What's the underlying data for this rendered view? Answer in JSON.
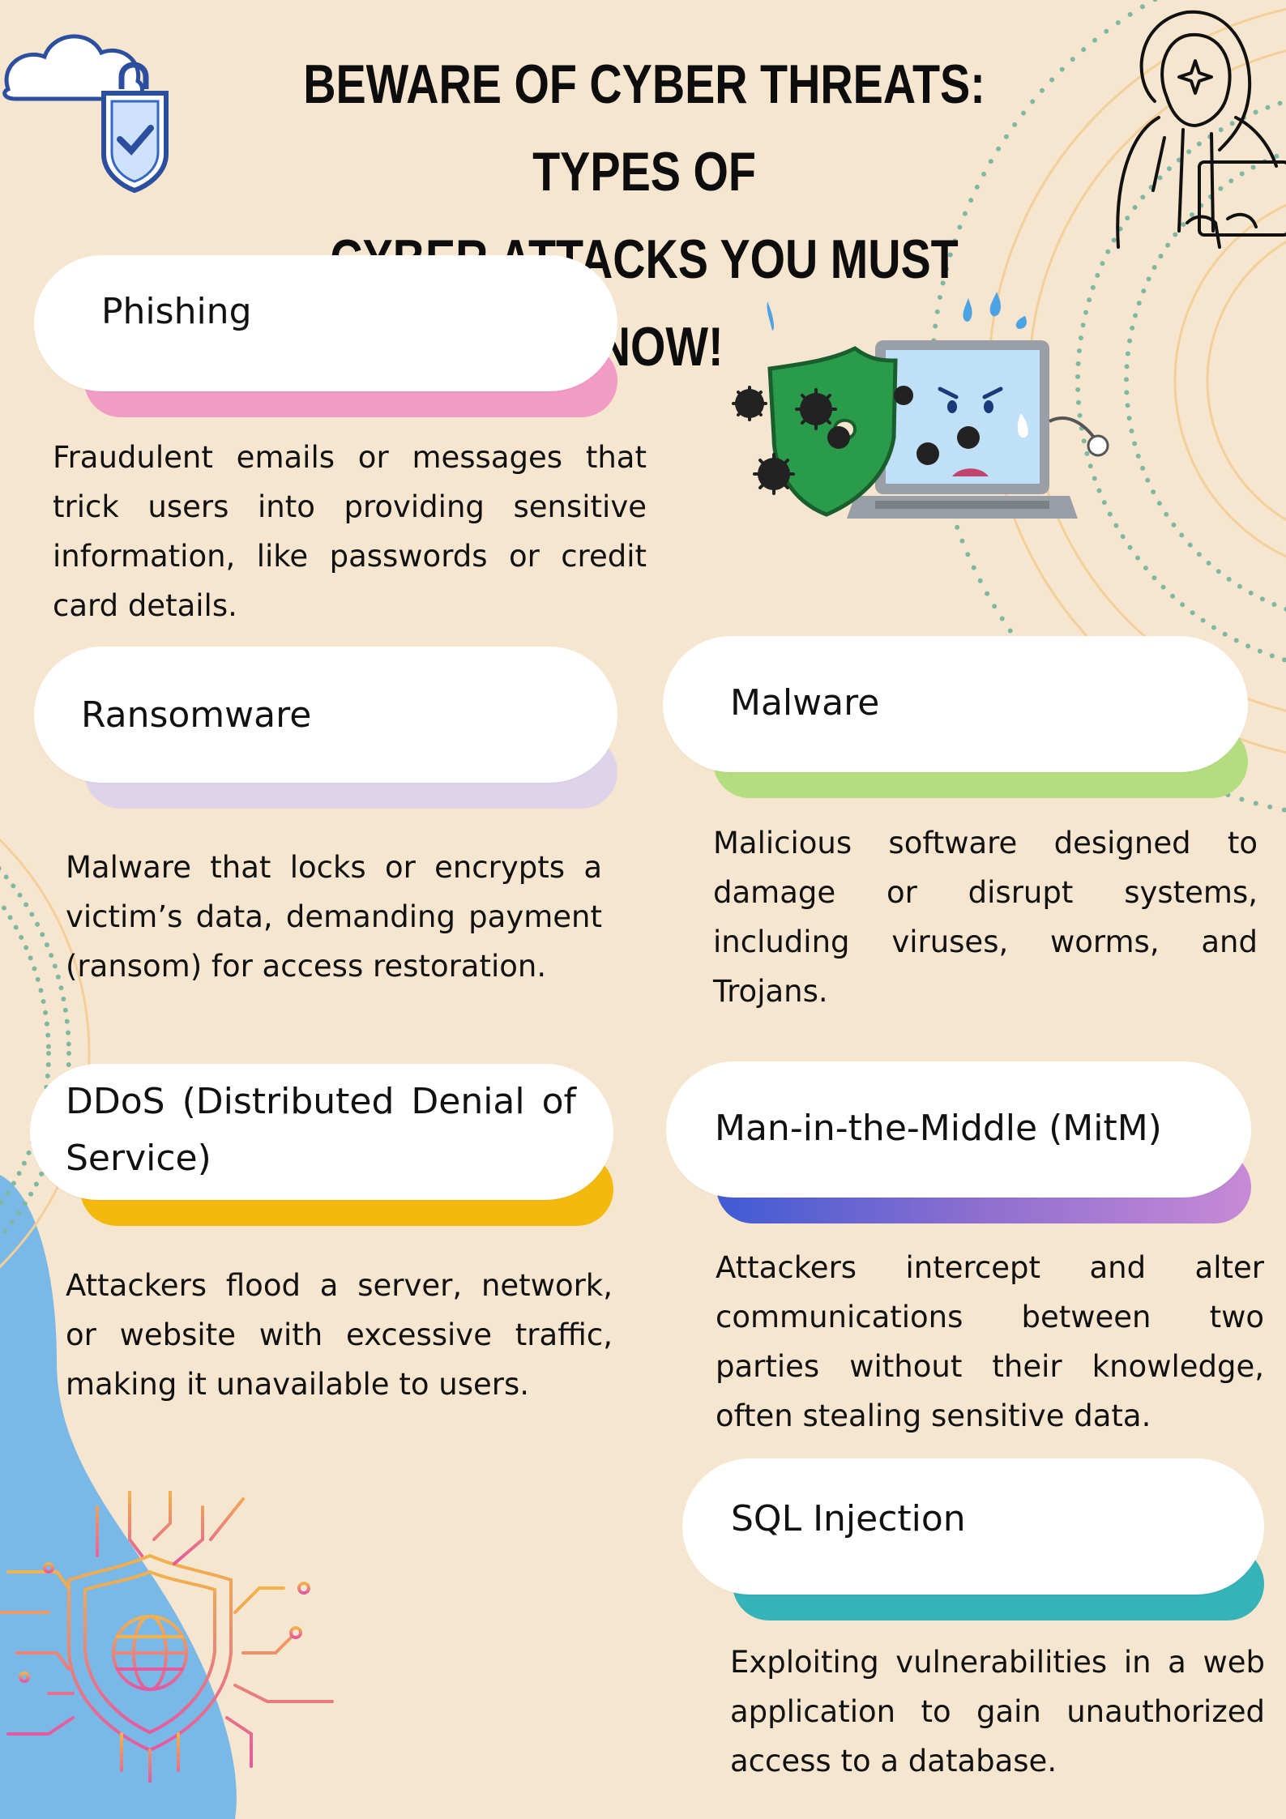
{
  "header": {
    "title_line1": "BEWARE OF CYBER THREATS: TYPES OF",
    "title_line2": "CYBER ATTACKS YOU MUST KNOW!"
  },
  "colors": {
    "background": "#f6e6cf",
    "phishing_bar": "#f29bc4",
    "ransomware_bar": "#ded4e9",
    "malware_bar": "#b4dd7f",
    "ddos_bar": "#f4b90f",
    "mitm_bar_start": "#3f5bd4",
    "mitm_bar_end": "#c78ad6",
    "sql_bar": "#35b3b8",
    "blob_blue": "#7ab8e8"
  },
  "attacks": {
    "phishing": {
      "name": "Phishing",
      "description": "Fraudulent emails or messages that trick users into providing sensitive information, like passwords or credit card details."
    },
    "ransomware": {
      "name": "Ransomware",
      "description": "Malware that locks or encrypts a victim’s data, demanding payment (ransom) for access restoration."
    },
    "malware": {
      "name": "Malware",
      "description": "Malicious software designed to damage or disrupt systems, including viruses, worms, and Trojans."
    },
    "ddos": {
      "name": "DDoS (Distributed Denial of Service)",
      "description": "Attackers flood a server, network, or website with excessive traffic, making it unavailable to users."
    },
    "mitm": {
      "name": "Man-in-the-Middle (MitM)",
      "description": "Attackers intercept and alter communications between two parties without their knowledge, often stealing sensitive data."
    },
    "sql": {
      "name": "SQL Injection",
      "description": "Exploiting vulnerabilities in a web application to gain unauthorized access to a database."
    }
  },
  "icons": [
    "cloud-lock-icon",
    "hooded-hacker-icon",
    "virus-laptop-shield-icon",
    "circuit-globe-shield-icon"
  ]
}
